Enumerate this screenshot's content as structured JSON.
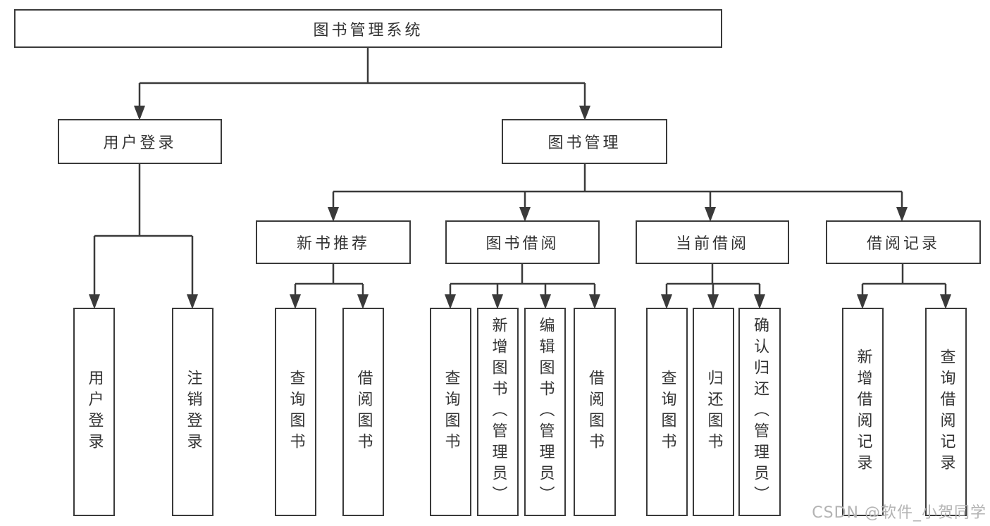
{
  "colors": {
    "line": "#3a3a3a",
    "box_border": "#3a3a3a",
    "text": "#333333",
    "watermark_text": "#b3b3b3",
    "background": "#ffffff"
  },
  "watermark": {
    "text": "CSDN @软件_小贺同学"
  },
  "tree": {
    "root": {
      "label": "图书管理系统",
      "children": [
        {
          "label": "用户登录",
          "children": [
            {
              "label": "用户登录"
            },
            {
              "label": "注销登录"
            }
          ]
        },
        {
          "label": "图书管理",
          "children": [
            {
              "label": "新书推荐",
              "children": [
                {
                  "label": "查询图书"
                },
                {
                  "label": "借阅图书"
                }
              ]
            },
            {
              "label": "图书借阅",
              "children": [
                {
                  "label": "查询图书"
                },
                {
                  "label": "新增图书（管理员）"
                },
                {
                  "label": "编辑图书（管理员）"
                },
                {
                  "label": "借阅图书"
                }
              ]
            },
            {
              "label": "当前借阅",
              "children": [
                {
                  "label": "查询图书"
                },
                {
                  "label": "归还图书"
                },
                {
                  "label": "确认归还（管理员）"
                }
              ]
            },
            {
              "label": "借阅记录",
              "children": [
                {
                  "label": "新增借阅记录"
                },
                {
                  "label": "查询借阅记录"
                }
              ]
            }
          ]
        }
      ]
    }
  }
}
